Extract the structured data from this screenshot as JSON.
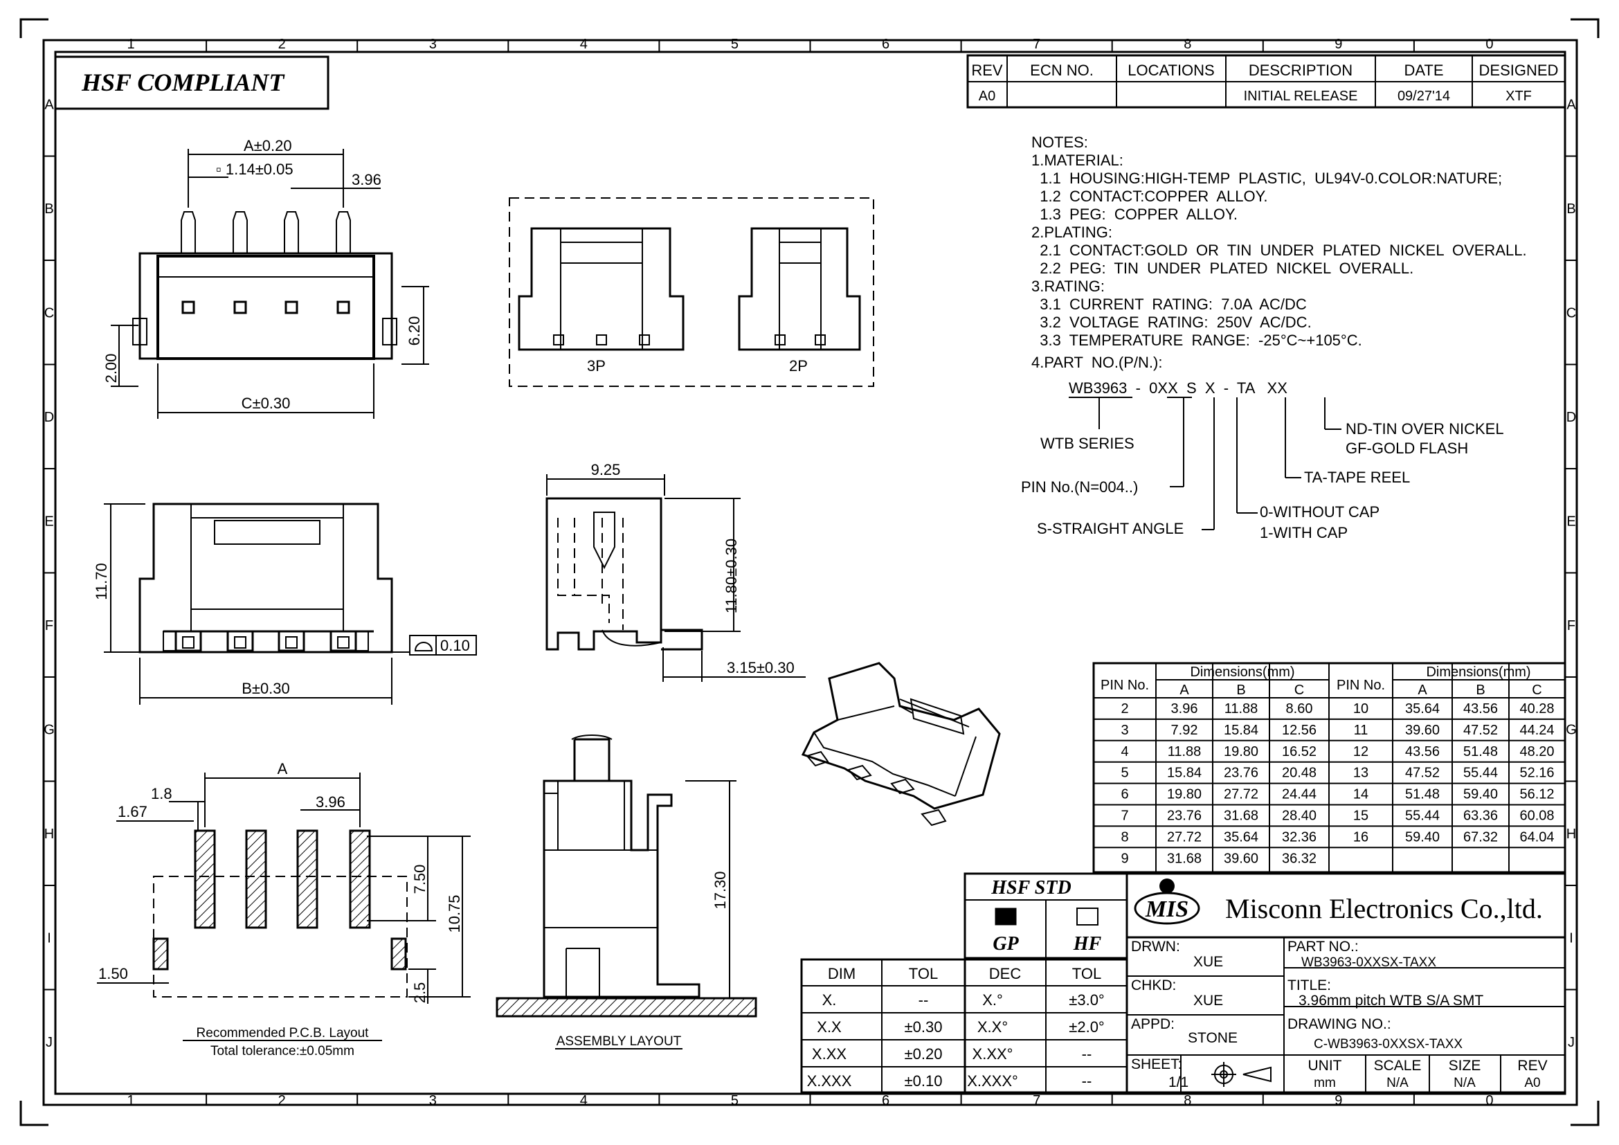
{
  "grid": {
    "cols": [
      "1",
      "2",
      "3",
      "4",
      "5",
      "6",
      "7",
      "8",
      "9",
      "0"
    ],
    "rows": [
      "A",
      "B",
      "C",
      "D",
      "E",
      "F",
      "G",
      "H",
      "I",
      "J"
    ]
  },
  "hsf_compliant": "HSF  COMPLIANT",
  "revision": {
    "headers": [
      "REV",
      "ECN NO.",
      "LOCATIONS",
      "DESCRIPTION",
      "DATE",
      "DESIGNED"
    ],
    "row": [
      "A0",
      "",
      "",
      "INITIAL RELEASE",
      "09/27'14",
      "XTF"
    ]
  },
  "notes": [
    "NOTES:",
    "1.MATERIAL:",
    "  1.1  HOUSING:HIGH-TEMP  PLASTIC,  UL94V-0.COLOR:NATURE;",
    "  1.2  CONTACT:COPPER  ALLOY.",
    "  1.3  PEG:  COPPER  ALLOY.",
    "2.PLATING:",
    "  2.1  CONTACT:GOLD  OR  TIN  UNDER  PLATED  NICKEL  OVERALL.",
    "  2.2  PEG:  TIN  UNDER  PLATED  NICKEL  OVERALL.",
    "3.RATING:",
    "  3.1  CURRENT  RATING:  7.0A  AC/DC",
    "  3.2  VOLTAGE  RATING:  250V  AC/DC.",
    "  3.3  TEMPERATURE  RANGE:  -25°C~+105°C.",
    "4.PART  NO.(P/N.):"
  ],
  "part_no": {
    "code": "WB3963  -  0XX  S  X  -  TA   XX",
    "series": "WTB  SERIES",
    "pin": "PIN  No.(N=004..)",
    "straight": "S-STRAIGHT  ANGLE",
    "cap0": "0-WITHOUT  CAP",
    "cap1": "1-WITH  CAP",
    "tape": "TA-TAPE  REEL",
    "nd": "ND-TIN  OVER  NICKEL",
    "gf": "GF-GOLD  FLASH"
  },
  "dims": {
    "a": "A±0.20",
    "sq": "▫ 1.14±0.05",
    "pitch": "3.96",
    "h620": "6.20",
    "h200": "2.00",
    "c": "C±0.30",
    "h1170": "11.70",
    "b": "B±0.30",
    "flat": "0.10",
    "w925": "9.25",
    "h1180": "11.80±0.30",
    "w315": "3.15±0.30",
    "pcb_a": "A",
    "p18": "1.8",
    "p167": "1.67",
    "p396": "3.96",
    "p750": "7.50",
    "p1075": "10.75",
    "p25": "2.5",
    "p150": "1.50",
    "h1730": "17.30",
    "p3": "3P",
    "p2": "2P"
  },
  "captions": {
    "pcb1": "Recommended  P.C.B.  Layout",
    "pcb2": "Total  tolerance:±0.05mm",
    "assembly": "ASSEMBLY  LAYOUT"
  },
  "dim_table": {
    "h_pin": "PIN  No.",
    "h_dims": "Dimensions(mm)",
    "cols": [
      "A",
      "B",
      "C"
    ],
    "left": [
      [
        "2",
        "3.96",
        "11.88",
        "8.60"
      ],
      [
        "3",
        "7.92",
        "15.84",
        "12.56"
      ],
      [
        "4",
        "11.88",
        "19.80",
        "16.52"
      ],
      [
        "5",
        "15.84",
        "23.76",
        "20.48"
      ],
      [
        "6",
        "19.80",
        "27.72",
        "24.44"
      ],
      [
        "7",
        "23.76",
        "31.68",
        "28.40"
      ],
      [
        "8",
        "27.72",
        "35.64",
        "32.36"
      ],
      [
        "9",
        "31.68",
        "39.60",
        "36.32"
      ]
    ],
    "right": [
      [
        "10",
        "35.64",
        "43.56",
        "40.28"
      ],
      [
        "11",
        "39.60",
        "47.52",
        "44.24"
      ],
      [
        "12",
        "43.56",
        "51.48",
        "48.20"
      ],
      [
        "13",
        "47.52",
        "55.44",
        "52.16"
      ],
      [
        "14",
        "51.48",
        "59.40",
        "56.12"
      ],
      [
        "15",
        "55.44",
        "63.36",
        "60.08"
      ],
      [
        "16",
        "59.40",
        "67.32",
        "64.04"
      ]
    ]
  },
  "tolerance": {
    "headers": [
      "DIM",
      "TOL",
      "DEC",
      "TOL"
    ],
    "rows": [
      [
        "X.",
        "--",
        "X.°",
        "±3.0°"
      ],
      [
        "X.X",
        "±0.30",
        "X.X°",
        "±2.0°"
      ],
      [
        "X.XX",
        "±0.20",
        "X.XX°",
        "--"
      ],
      [
        "X.XXX",
        "±0.10",
        "X.XXX°",
        "--"
      ]
    ]
  },
  "hsf_std": {
    "title": "HSF  STD",
    "gp": "GP",
    "hf": "HF"
  },
  "title_block": {
    "logo": "MIS",
    "company": "Misconn Electronics Co.,ltd.",
    "drwn_l": "DRWN:",
    "drwn": "XUE",
    "chkd_l": "CHKD:",
    "chkd": "XUE",
    "appd_l": "APPD:",
    "appd": "STONE",
    "part_l": "PART  NO.:",
    "part": "WB3963-0XXSX-TAXX",
    "title_l": "TITLE:",
    "title": "3.96mm  pitch  WTB  S/A  SMT",
    "drawing_l": "DRAWING  NO.:",
    "drawing": "C-WB3963-0XXSX-TAXX",
    "sheet_l": "SHEET:",
    "sheet": "1/1",
    "unit_l": "UNIT",
    "unit": "mm",
    "scale_l": "SCALE",
    "scale": "N/A",
    "size_l": "SIZE",
    "size": "N/A",
    "rev_l": "REV",
    "rev": "A0"
  }
}
